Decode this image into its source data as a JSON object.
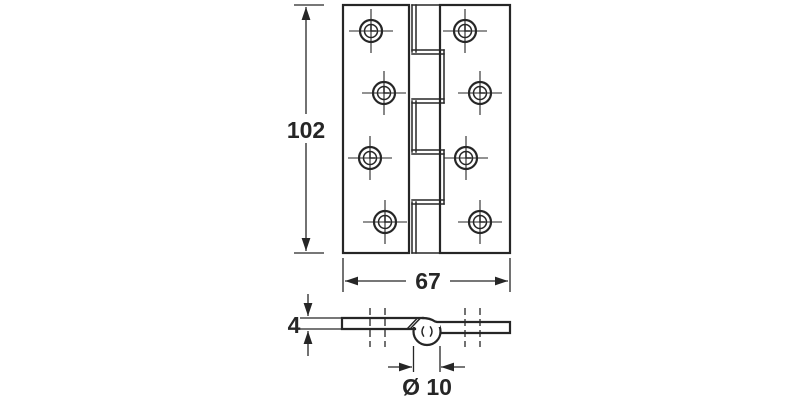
{
  "page": {
    "background": "#ffffff"
  },
  "drawing": {
    "title": "butt-hinge-technical-drawing",
    "line_color": "#262626",
    "front_view": {
      "screw_hole_count": 8,
      "knuckle_segment_count": 5,
      "dimensions": {
        "height": {
          "label": "102"
        },
        "width": {
          "label": "67"
        }
      }
    },
    "side_view": {
      "dimensions": {
        "thickness": {
          "label": "4"
        },
        "barrel_diameter": {
          "label": "Ø 10"
        }
      }
    }
  }
}
